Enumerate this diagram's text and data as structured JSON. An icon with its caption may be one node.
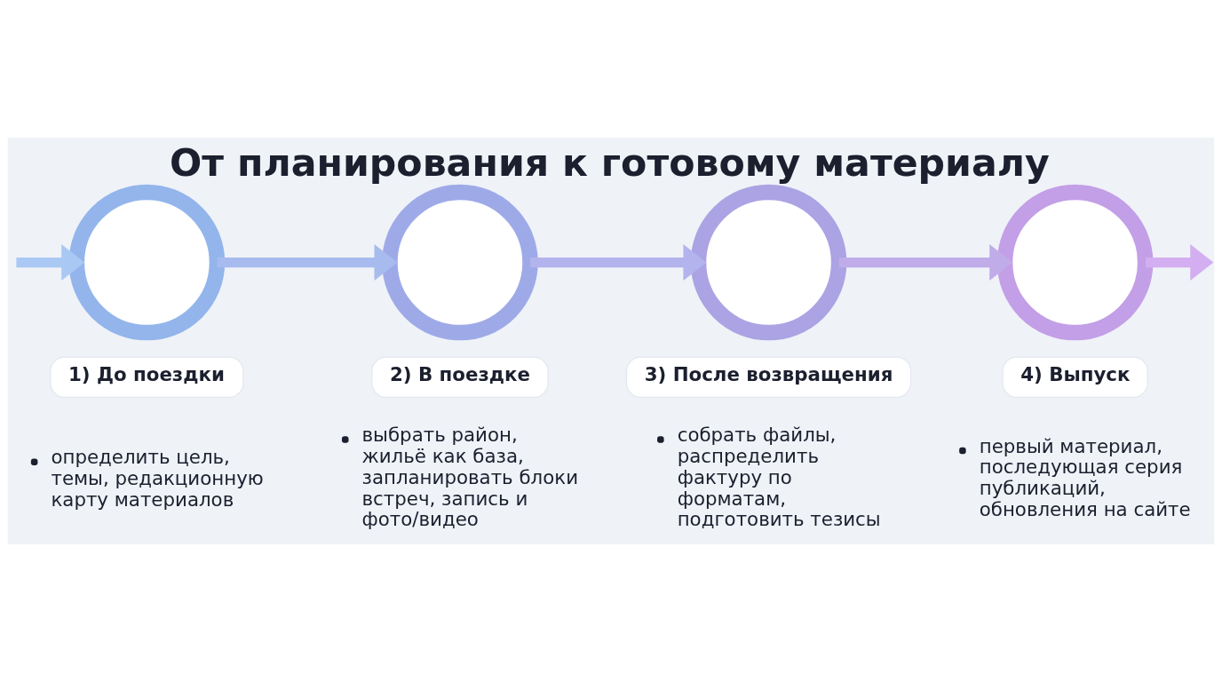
{
  "diagram": {
    "title": "От планирования к готовому материалу",
    "nodes": [
      {
        "text": [],
        "shape": "circle"
      },
      {
        "text": [],
        "shape": "circle"
      },
      {
        "text": [],
        "shape": "circle"
      },
      {
        "text": [],
        "shape": "circle"
      },
      {
        "text": [
          "1) До поездки"
        ],
        "beside": [
          "определить цель, темы, редакционную карту материалов"
        ]
      },
      {
        "text": [
          "2) В поездке"
        ],
        "beside": [
          "выбрать район, жильё как база, запланировать блоки встреч, запись и фото/видео"
        ]
      },
      {
        "text": [
          "3) После возвращения"
        ],
        "beside": [
          "собрать файлы, распределить фактуру по форматам, подготовить тезисы"
        ]
      },
      {
        "text": [
          "4) Выпуск"
        ],
        "beside": [
          "первый материал, последующая серия публикаций, обновления на сайте"
        ]
      }
    ],
    "edges": [
      {
        "from": null,
        "to": 0,
        "arrow": "to",
        "color": "#a9c9f4"
      },
      {
        "from": 0,
        "to": 1,
        "arrow": "to",
        "color": "#a8bbef"
      },
      {
        "from": 1,
        "to": 2,
        "arrow": "to",
        "color": "#b3b3ee"
      },
      {
        "from": 2,
        "to": 3,
        "arrow": "to",
        "color": "#c0ace9"
      },
      {
        "from": 3,
        "to": null,
        "arrow": "to",
        "color": "#d3aef0"
      }
    ]
  }
}
